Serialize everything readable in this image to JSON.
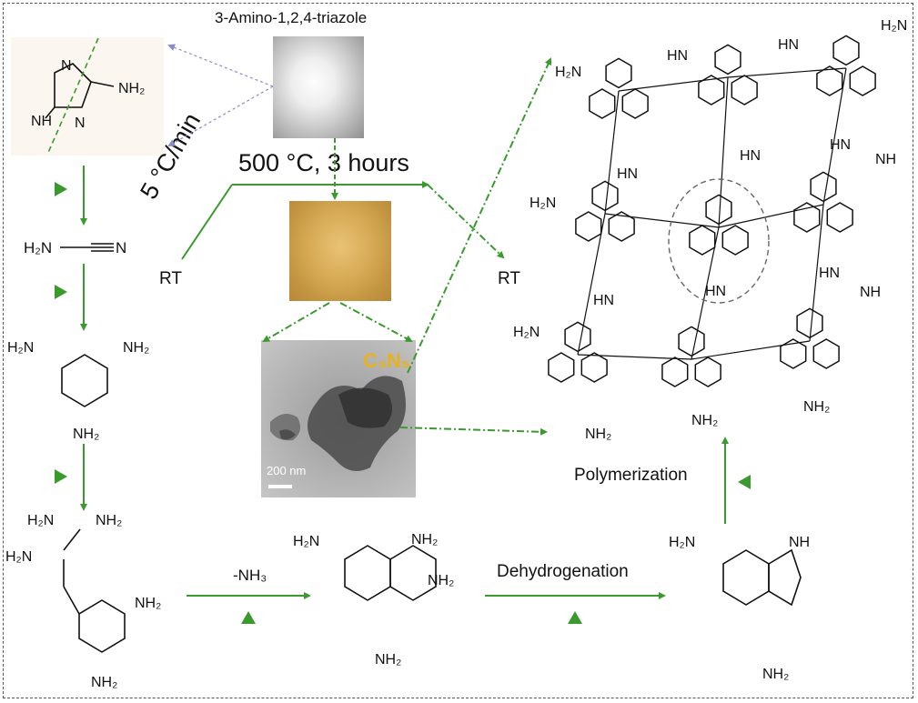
{
  "labels": {
    "precursor_name": "3-Amino-1,2,4-triazole",
    "temperature_program": "500 °C, 3 hours",
    "ramp_rate": "5 °C/min",
    "start_temp": "RT",
    "end_temp": "RT",
    "tem_title": "C₃N₅",
    "tem_scale": "200 nm",
    "deammoniation": "-NH₃",
    "dehydrogenation": "Dehydrogenation",
    "polymerization": "Polymerization"
  },
  "chem": {
    "atom_n": "N",
    "nh": "NH",
    "hn": "HN",
    "amine": "NH₂",
    "amine_left": "H₂N",
    "cyanamide_left": "H₂N",
    "cyanamide_right": "N"
  },
  "colors": {
    "arrow_green": "#3a9a2e",
    "dashed_line": "#777777",
    "frame": "#555555",
    "tem_label": "#e8b11d"
  }
}
